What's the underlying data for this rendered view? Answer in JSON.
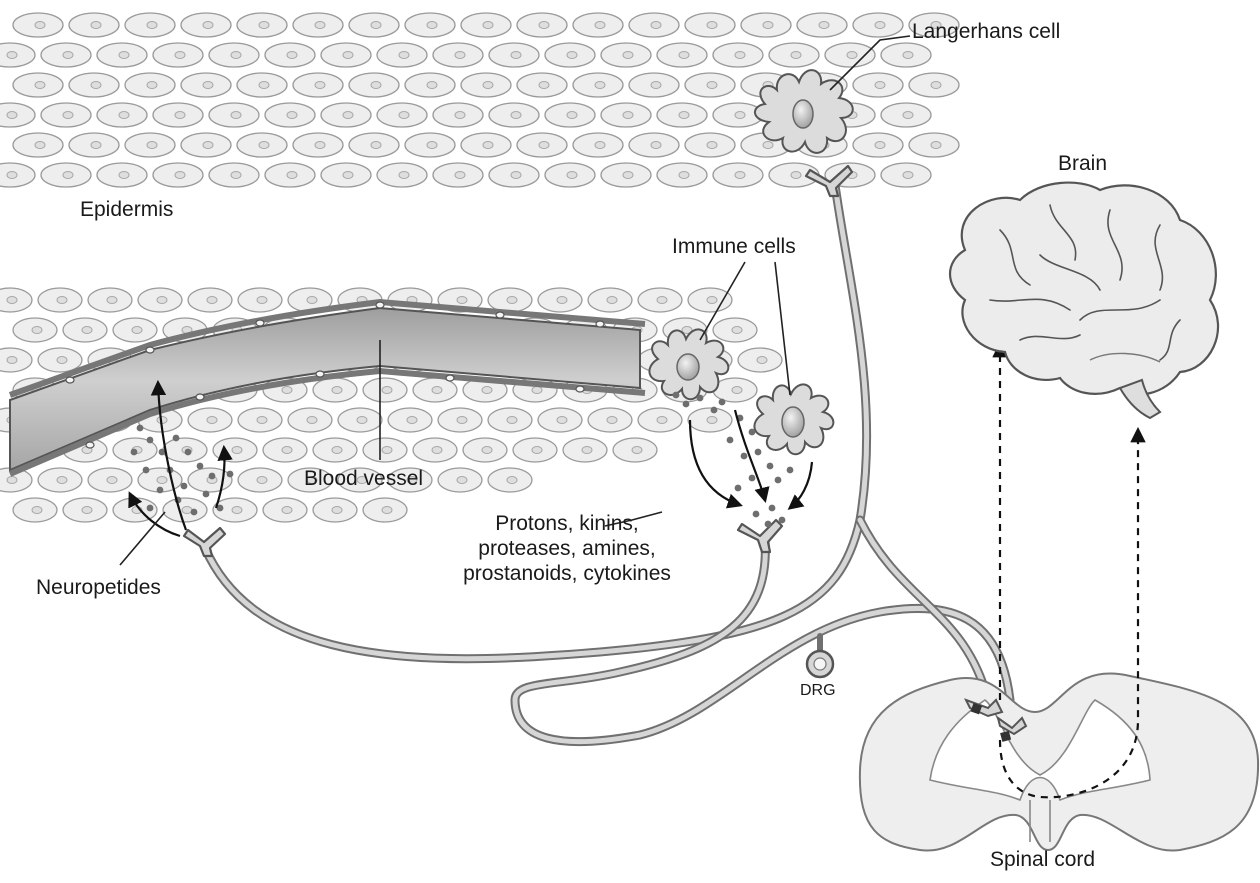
{
  "labels": {
    "langerhans": "Langerhans cell",
    "brain": "Brain",
    "epidermis": "Epidermis",
    "immune_cells": "Immune cells",
    "blood_vessel": "Blood vessel",
    "mediators": [
      "Protons, kinins,",
      "proteases, amines,",
      "prostanoids, cytokines"
    ],
    "neuropeptides": "Neuropetides",
    "drg": "DRG",
    "spinal_cord": "Spinal cord"
  },
  "colors": {
    "cell_fill": "#eeeeee",
    "cell_stroke": "#9a9a9a",
    "nerve_fill": "#d4d4d4",
    "nerve_stroke": "#707070",
    "vessel_fill": "#b8b8b8",
    "dot": "#6e6e6e",
    "line": "#222222"
  }
}
